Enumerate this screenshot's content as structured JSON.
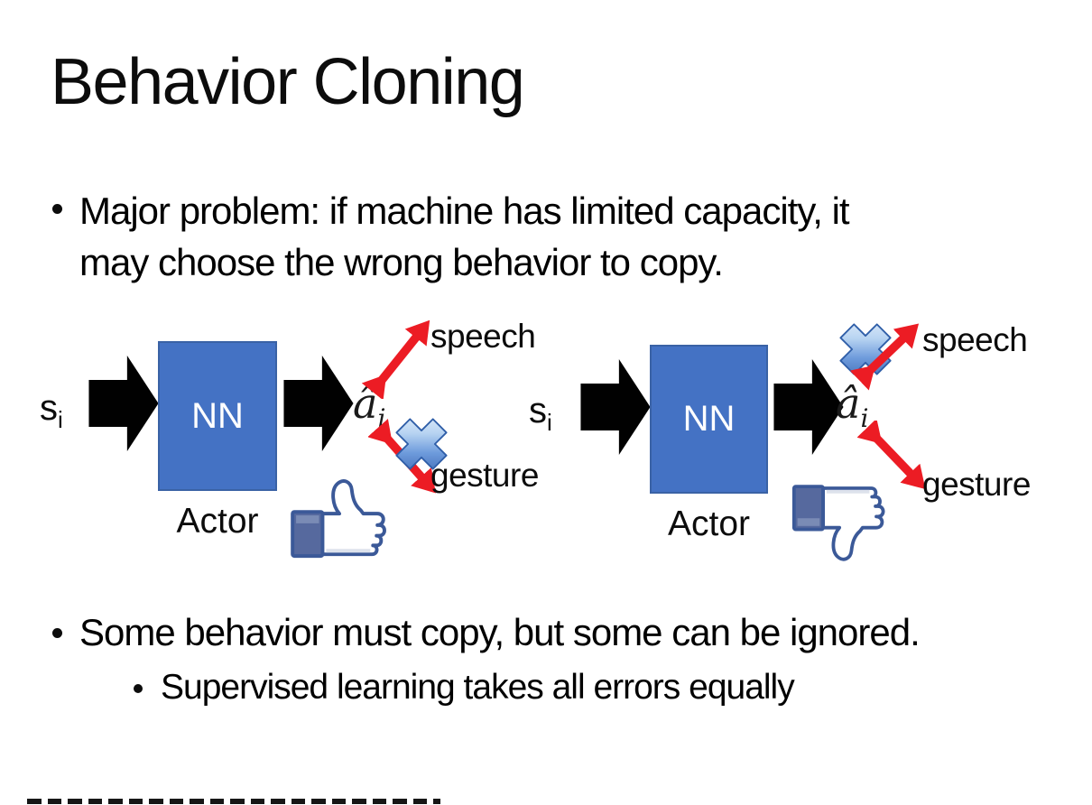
{
  "slide": {
    "title": "Behavior Cloning",
    "bullet1_line1": "Major problem: if machine has limited capacity, it",
    "bullet1_line2": "may choose the wrong behavior to copy.",
    "bullet2": "Some behavior must copy, but some can be ignored.",
    "bullet2_sub": "Supervised learning takes all errors equally"
  },
  "diagrams": {
    "left": {
      "input_base": "s",
      "input_sub": "i",
      "box_label": "NN",
      "box_caption": "Actor",
      "output_base": "â",
      "output_sub": "i",
      "action_top": "speech",
      "action_bottom": "gesture",
      "crossed_out_action": "gesture",
      "feedback_icon": "thumbs-up-icon"
    },
    "right": {
      "input_base": "s",
      "input_sub": "i",
      "box_label": "NN",
      "box_caption": "Actor",
      "output_base": "â",
      "output_sub": "i",
      "action_top": "speech",
      "action_bottom": "gesture",
      "crossed_out_action": "speech",
      "feedback_icon": "thumbs-down-icon"
    }
  },
  "colors": {
    "background": "#FFFFFF",
    "text": "#0C0C0C",
    "nn_box_fill": "#4472C4",
    "nn_box_border": "#3A62A5",
    "nn_box_text": "#FFFFFF",
    "block_arrow": "#010101",
    "red_arrow": "#EC1C24",
    "cross_light": "#EAF2FC",
    "cross_dark": "#3763AE",
    "cross_border": "#2F5EA8",
    "thumb_outline": "#3B5998",
    "thumb_cuff": "#56699E",
    "thumb_hand": "#FFFFFF"
  }
}
